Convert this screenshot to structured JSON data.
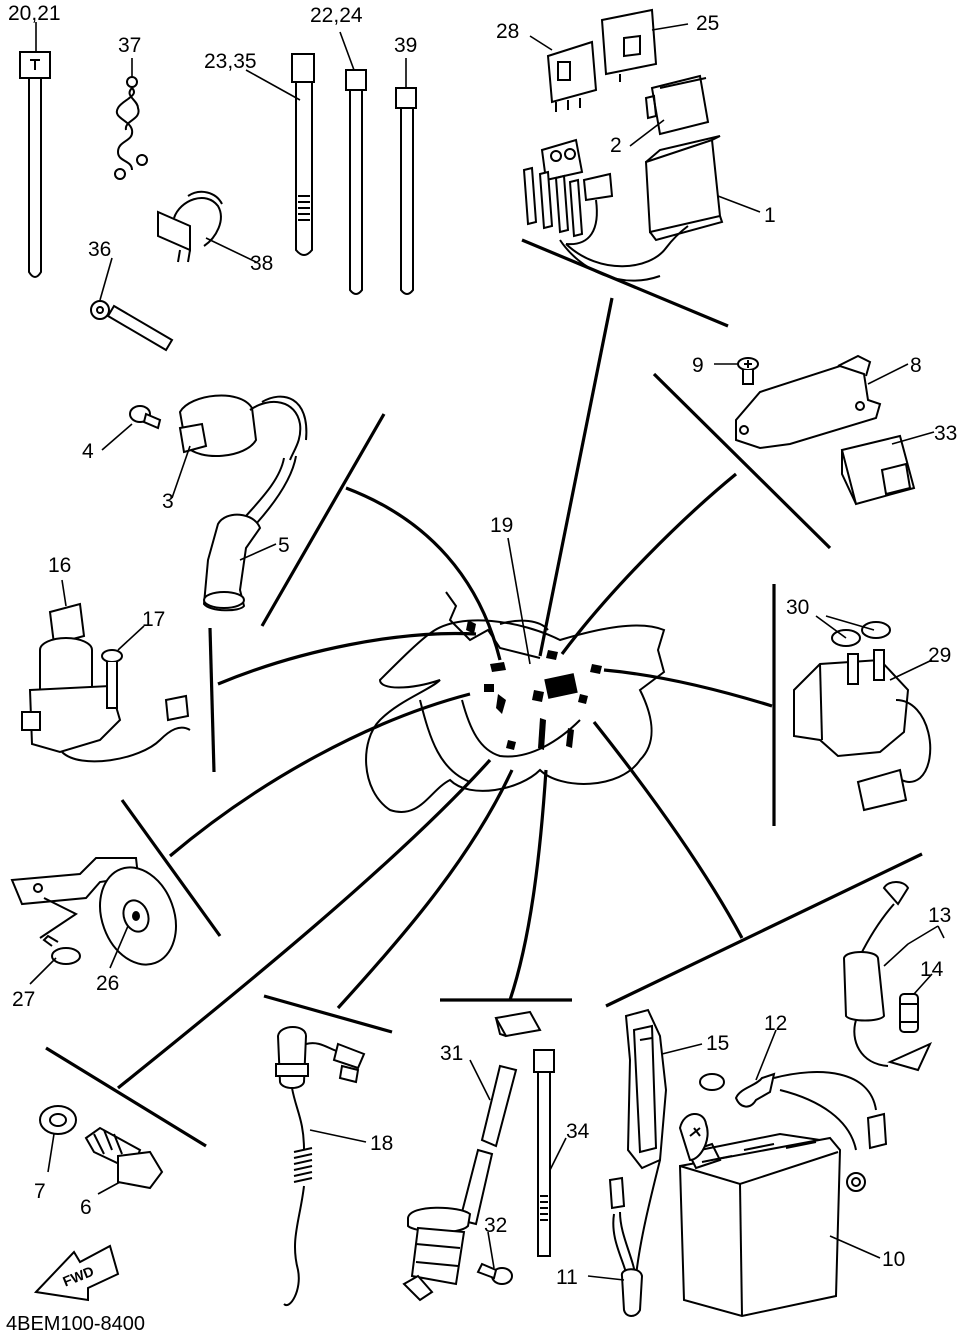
{
  "diagram_code": "4BEM100-8400",
  "fwd_label": "FWD",
  "callouts": {
    "p20_21": "20,21",
    "p37": "37",
    "p23_35": "23,35",
    "p22_24": "22,24",
    "p39": "39",
    "p28": "28",
    "p25": "25",
    "p2": "2",
    "p1": "1",
    "p36": "36",
    "p38": "38",
    "p9": "9",
    "p8": "8",
    "p33": "33",
    "p4": "4",
    "p3": "3",
    "p5": "5",
    "p19": "19",
    "p16": "16",
    "p17": "17",
    "p30": "30",
    "p29": "29",
    "p13": "13",
    "p14": "14",
    "p26": "26",
    "p27": "27",
    "p12": "12",
    "p15": "15",
    "p31": "31",
    "p18": "18",
    "p34": "34",
    "p32": "32",
    "p7": "7",
    "p6": "6",
    "p10": "10",
    "p11": "11"
  }
}
